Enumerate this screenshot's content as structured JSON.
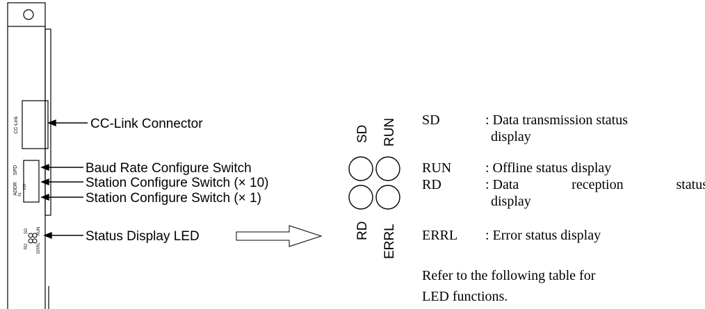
{
  "module": {
    "connector_label": "CC-Link",
    "spd_label": "SPD",
    "addr_label": "ADDR",
    "addr_x10": "X10",
    "addr_x1": "X1",
    "led_sd": "SD",
    "led_run": "RUN",
    "led_rd": "RD",
    "led_errl": "ERRL"
  },
  "callouts": {
    "connector": "CC-Link Connector",
    "baud": "Baud Rate Configure Switch",
    "station10": "Station Configure Switch (× 10)",
    "station1": "Station Configure Switch (× 1)",
    "status_led": "Status Display LED"
  },
  "led_panel": {
    "sd": "SD",
    "run": "RUN",
    "rd": "RD",
    "errl": "ERRL"
  },
  "legend": [
    {
      "key": "SD",
      "text_l1": ": Data transmission status",
      "text_l2": "display"
    },
    {
      "key": "RUN",
      "text_l1": ": Offline status display"
    },
    {
      "key": "RD",
      "words": [
        ": Data",
        "reception",
        "status"
      ],
      "text_l2": "display"
    },
    {
      "key": "ERRL",
      "text_l1": ": Error status display"
    }
  ],
  "note": {
    "line1": "Refer to the following table for",
    "line2": "LED functions."
  }
}
